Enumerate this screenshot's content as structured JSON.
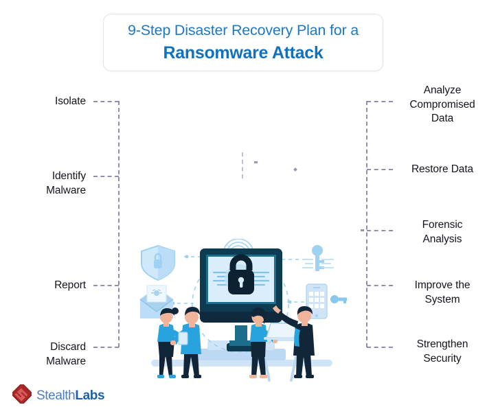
{
  "title": {
    "line1": "9-Step Disaster Recovery Plan for a",
    "line2": "Ransomware Attack"
  },
  "colors": {
    "title_light": "#1f78c1",
    "title_bold": "#1271bd",
    "connector": "#7b7ba6",
    "label_text": "#141420",
    "logo_mark": "#b03030",
    "logo_stealth": "#4a7fc1",
    "logo_labs": "#1f5fa8",
    "illustration_dark": "#0d2b45",
    "illustration_teal": "#1c6e8c",
    "illustration_blue": "#29a3dd",
    "illustration_light": "#bfdff5"
  },
  "steps": {
    "left": [
      {
        "label": "Isolate",
        "lines": [
          "Isolate"
        ]
      },
      {
        "label": "Identify Malware",
        "lines": [
          "Identify",
          "Malware"
        ]
      },
      {
        "label": "Report",
        "lines": [
          "Report"
        ]
      },
      {
        "label": "Discard Malware",
        "lines": [
          "Discard",
          "Malware"
        ]
      }
    ],
    "right": [
      {
        "label": "Analyze Compromised Data",
        "lines": [
          "Analyze",
          "Compromised",
          "Data"
        ]
      },
      {
        "label": "Restore Data",
        "lines": [
          "Restore Data"
        ]
      },
      {
        "label": "Forensic Analysis",
        "lines": [
          "Forensic",
          "Analysis"
        ]
      },
      {
        "label": "Improve the System",
        "lines": [
          "Improve the",
          "System"
        ]
      },
      {
        "label": "Strengthen Security",
        "lines": [
          "Strengthen",
          "Security"
        ]
      }
    ]
  },
  "illustration": {
    "alt": "People around a large monitor displaying a padlock, surrounded by security icons",
    "icons": [
      "shield-lock-icon",
      "fingerprint-scan-icon",
      "key-icon",
      "envelope-virus-icon",
      "smartphone-key-icon",
      "monitor-padlock-icon"
    ]
  },
  "logo": {
    "word1": "Stealth",
    "word2": "Labs"
  }
}
